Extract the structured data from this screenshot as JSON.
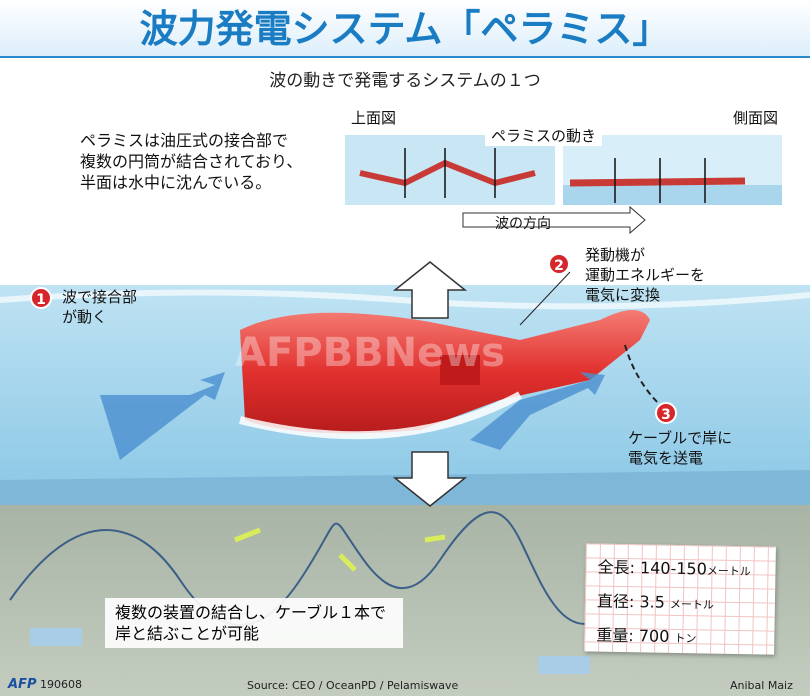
{
  "title": "波力発電システム「ペラミス」",
  "subtitle": "波の動きで発電するシステムの１つ",
  "intro": "ペラミスは油圧式の接合部で\n複数の円筒が結合されており、\n半面は水中に沈んでいる。",
  "inset": {
    "top_view": "上面図",
    "side_view": "側面図",
    "motion": "ペラミスの動き",
    "direction": "波の方向"
  },
  "callouts": [
    {
      "num": "1",
      "text": "波で接合部\nが動く"
    },
    {
      "num": "2",
      "text": "発動機が\n運動エネルギーを\n電気に変換"
    },
    {
      "num": "3",
      "text": "ケーブルで岸に\n電気を送電"
    }
  ],
  "bottom_note": "複数の装置の結合し、ケーブル１本で\n岸と結ぶことが可能",
  "specs": [
    {
      "label": "全長:",
      "value": "140-150",
      "unit": "メートル"
    },
    {
      "label": "直径:",
      "value": "3.5",
      "unit": "メートル"
    },
    {
      "label": "重量:",
      "value": "700",
      "unit": "トン"
    }
  ],
  "footer": {
    "logo": "AFP",
    "date": "190608",
    "source": "Source: CEO / OceanPD / Pelamiswave",
    "credit": "Anibal Maiz"
  },
  "watermark": "AFPBBNews"
}
